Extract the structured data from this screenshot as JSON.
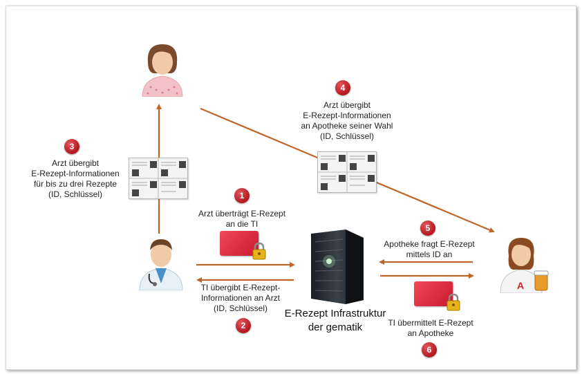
{
  "colors": {
    "arrow": "#c0652a",
    "badge": "#c1272d",
    "card": "#e53a4a"
  },
  "icons": [
    "patient-icon",
    "doctor-icon",
    "pharmacist-icon",
    "server-icon",
    "lock-icon",
    "prescription-document-icon",
    "ecard-icon"
  ],
  "server": {
    "label_line1": "E-Rezept Infrastruktur",
    "label_line2": "der gematik"
  },
  "steps": [
    {
      "number": "1",
      "lines": [
        "Arzt überträgt E-Rezept",
        "an die TI"
      ]
    },
    {
      "number": "2",
      "lines": [
        "TI übergibt E-Rezept-",
        "Informationen an Arzt",
        "(ID, Schlüssel)"
      ]
    },
    {
      "number": "3",
      "lines": [
        "Arzt übergibt",
        "E-Rezept-Informationen",
        "für bis zu drei Rezepte",
        "(ID, Schlüssel)"
      ]
    },
    {
      "number": "4",
      "lines": [
        "Arzt übergibt",
        "E-Rezept-Informationen",
        "an Apotheke seiner Wahl",
        "(ID, Schlüssel)"
      ]
    },
    {
      "number": "5",
      "lines": [
        "Apotheke fragt E-Rezept",
        "mittels ID an"
      ]
    },
    {
      "number": "6",
      "lines": [
        "TI übermittelt E-Rezept",
        "an Apotheke"
      ]
    }
  ]
}
